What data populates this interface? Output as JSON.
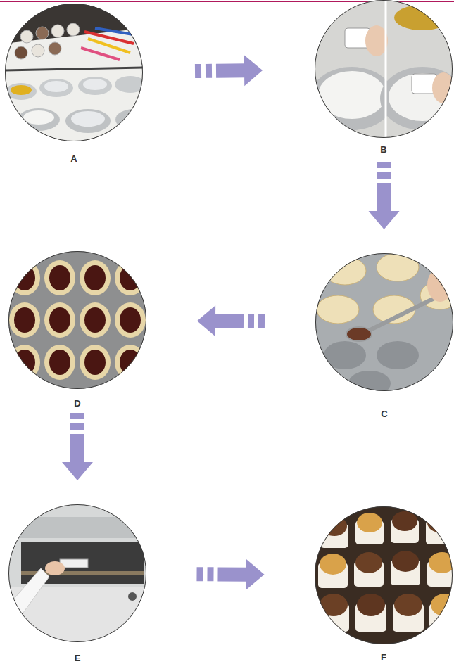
{
  "diagram": {
    "nodes": [
      {
        "text": [
          "A"
        ]
      },
      {
        "text": [
          "B"
        ]
      },
      {
        "text": [
          "C"
        ]
      },
      {
        "text": [
          "D"
        ]
      },
      {
        "text": [
          "E"
        ]
      },
      {
        "text": [
          "F"
        ]
      }
    ],
    "edges": [
      {
        "from": 0,
        "to": 1,
        "arrow": "to"
      },
      {
        "from": 1,
        "to": 2,
        "arrow": "to"
      },
      {
        "from": 2,
        "to": 3,
        "arrow": "to"
      },
      {
        "from": 3,
        "to": 4,
        "arrow": "to"
      },
      {
        "from": 4,
        "to": 5,
        "arrow": "to"
      }
    ]
  }
}
